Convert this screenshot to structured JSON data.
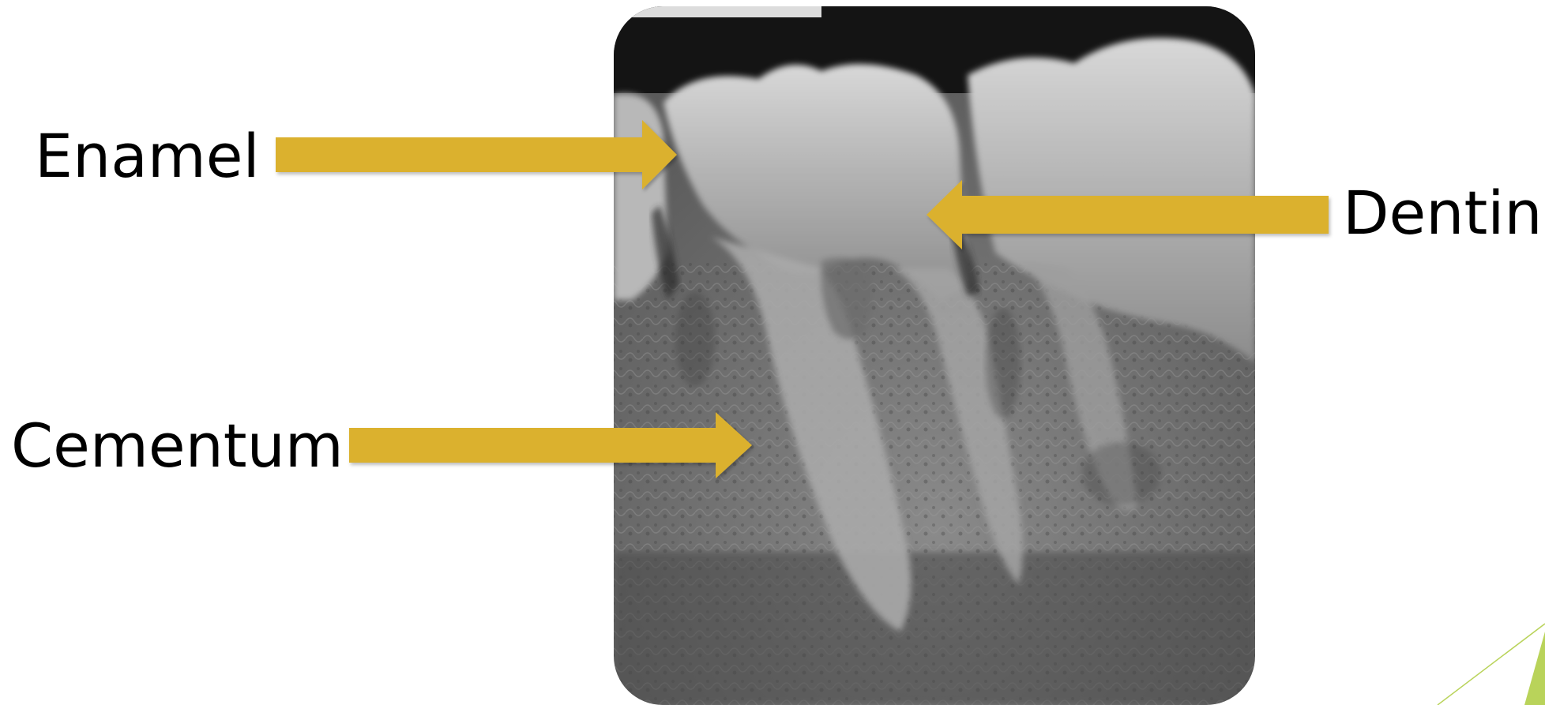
{
  "labels": {
    "enamel": "Enamel",
    "cementum": "Cementum",
    "dentin": "Dentin"
  },
  "colors": {
    "arrow": "#dbb12f",
    "accent_green": "#b9d35a",
    "background": "#ffffff",
    "label_text": "#000000"
  },
  "image": {
    "subject": "dental radiograph of molar teeth"
  }
}
